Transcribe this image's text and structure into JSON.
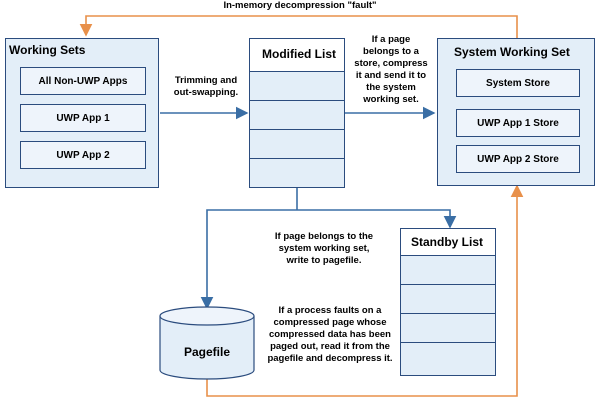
{
  "top_label": "In-memory decompression \"fault\"",
  "working_sets": {
    "title": "Working Sets",
    "items": [
      "All Non-UWP Apps",
      "UWP App 1",
      "UWP App 2"
    ]
  },
  "modified_list": {
    "title": "Modified List"
  },
  "system_working_set": {
    "title": "System Working Set",
    "items": [
      "System Store",
      "UWP App 1 Store",
      "UWP App 2 Store"
    ]
  },
  "standby_list": {
    "title": "Standby List"
  },
  "pagefile": {
    "label": "Pagefile"
  },
  "notes": {
    "trimming": [
      "Trimming and",
      "out-swapping."
    ],
    "store": [
      "If a page",
      "belongs to a",
      "store, compress",
      "it and send it to",
      "the system",
      "working set."
    ],
    "system_ws": [
      "If page belongs to the",
      "system working set,",
      "write to pagefile."
    ],
    "fault": [
      "If a process faults on a",
      "compressed page whose",
      "compressed data has been",
      "paged out, read it from the",
      "pagefile and decompress it."
    ]
  },
  "colors": {
    "box_border": "#2b4c7e",
    "box_fill": "#e3eef8",
    "arrow_blue": "#3a6ea5",
    "arrow_orange": "#e8904a"
  }
}
